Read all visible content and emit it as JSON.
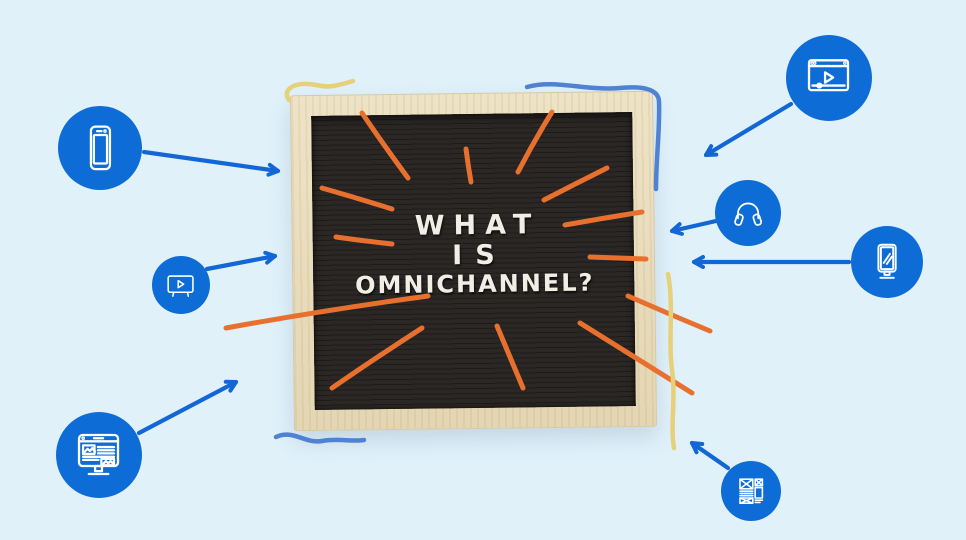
{
  "board": {
    "line1": "WHAT",
    "line2": "IS",
    "line3": "OMNICHANNEL?"
  },
  "channels": [
    {
      "icon": "smartphone-icon"
    },
    {
      "icon": "tv-play-icon"
    },
    {
      "icon": "desktop-browser-icon"
    },
    {
      "icon": "video-player-icon"
    },
    {
      "icon": "headphones-icon"
    },
    {
      "icon": "kiosk-display-icon"
    },
    {
      "icon": "wireframe-icon"
    }
  ],
  "colors": {
    "background": "#e0f1fa",
    "accent_blue": "#0e6cd6",
    "arrow_blue": "#1266d6",
    "squiggle_blue": "#4e82d3",
    "ray_orange": "#e8702f",
    "squiggle_yellow": "#e6d07a",
    "board_felt": "#2b2725",
    "frame_wood": "#e9dcbd",
    "letter_white": "#f1eee6"
  }
}
